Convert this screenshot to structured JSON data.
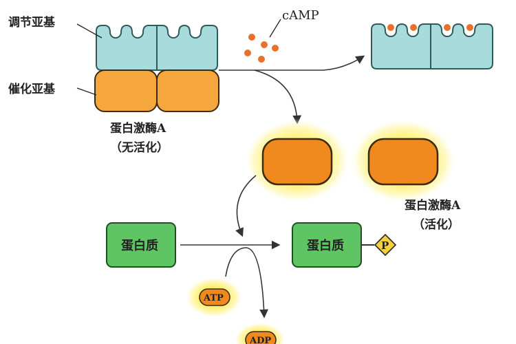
{
  "labels": {
    "regulatory_subunit": "调节亚基",
    "catalytic_subunit": "催化亚基",
    "camp": "cAMP",
    "pka_inactive_name": "蛋白激酶A",
    "pka_inactive_state": "（无活化）",
    "pka_active_name": "蛋白激酶A",
    "pka_active_state": "（活化）",
    "protein_left": "蛋白质",
    "protein_right": "蛋白质",
    "phosphate": "P",
    "atp": "ATP",
    "adp": "ADP"
  },
  "colors": {
    "regulatory": "#a8dcdc",
    "catalytic": "#f5a63c",
    "enzyme_active": "#f08a1e",
    "glow": "#fff07a",
    "protein": "#5fc463",
    "camp_dot": "#e8702a",
    "phosphate": "#f6cf3a",
    "arrow": "#333333"
  }
}
